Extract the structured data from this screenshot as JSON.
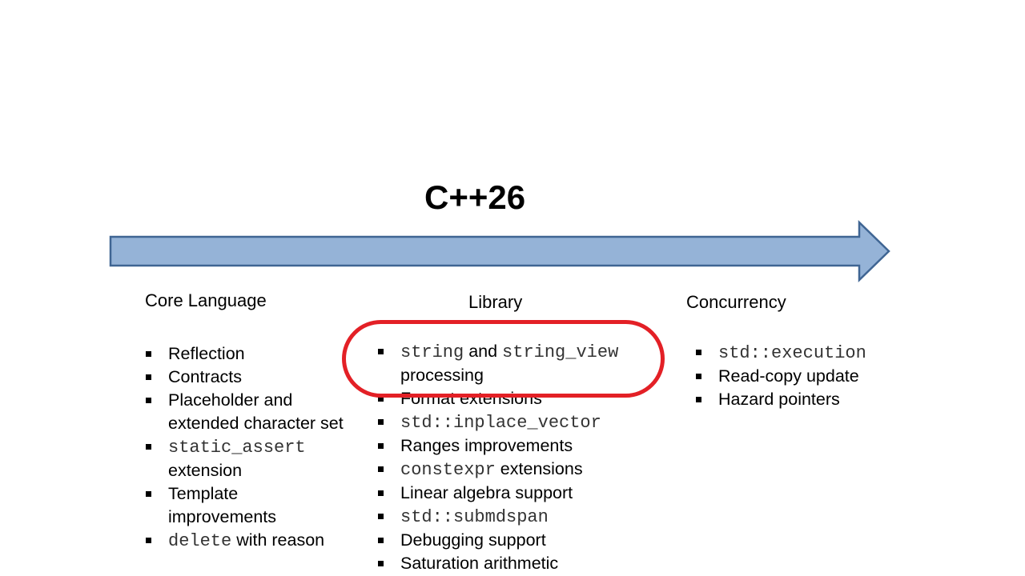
{
  "title": "C++26",
  "colors": {
    "arrow_fill": "#95b3d7",
    "arrow_stroke": "#3f6593",
    "highlight": "#e32026"
  },
  "columns": {
    "core": {
      "heading": "Core Language",
      "items": [
        {
          "parts": [
            {
              "text": "Reflection",
              "code": false
            }
          ]
        },
        {
          "parts": [
            {
              "text": "Contracts",
              "code": false
            }
          ]
        },
        {
          "parts": [
            {
              "text": "Placeholder and",
              "code": false
            }
          ],
          "cont": "extended character set"
        },
        {
          "parts": [
            {
              "text": "static_assert",
              "code": true
            }
          ],
          "cont": "extension"
        },
        {
          "parts": [
            {
              "text": "Template",
              "code": false
            }
          ],
          "cont": "improvements"
        },
        {
          "parts": [
            {
              "text": "delete",
              "code": true
            },
            {
              "text": "  with reason",
              "code": false
            }
          ]
        }
      ]
    },
    "library": {
      "heading": "Library",
      "items": [
        {
          "parts": [
            {
              "text": "string",
              "code": true
            },
            {
              "text": " and ",
              "code": false
            },
            {
              "text": "string_view",
              "code": true
            }
          ],
          "cont": "processing"
        },
        {
          "parts": [
            {
              "text": "Format extensions",
              "code": false
            }
          ]
        },
        {
          "parts": [
            {
              "text": "std::inplace_vector",
              "code": true
            }
          ]
        },
        {
          "parts": [
            {
              "text": "Ranges improvements",
              "code": false
            }
          ]
        },
        {
          "parts": [
            {
              "text": "constexpr",
              "code": true
            },
            {
              "text": "  extensions",
              "code": false
            }
          ]
        },
        {
          "parts": [
            {
              "text": "Linear algebra support",
              "code": false
            }
          ]
        },
        {
          "parts": [
            {
              "text": "std::submdspan",
              "code": true
            }
          ]
        },
        {
          "parts": [
            {
              "text": "Debugging support",
              "code": false
            }
          ]
        },
        {
          "parts": [
            {
              "text": "Saturation arithmetic",
              "code": false
            }
          ]
        }
      ]
    },
    "concurrency": {
      "heading": "Concurrency",
      "items": [
        {
          "parts": [
            {
              "text": "std::execution",
              "code": true
            }
          ]
        },
        {
          "parts": [
            {
              "text": "Read-copy update",
              "code": false
            }
          ]
        },
        {
          "parts": [
            {
              "text": "Hazard pointers",
              "code": false
            }
          ]
        }
      ]
    }
  }
}
